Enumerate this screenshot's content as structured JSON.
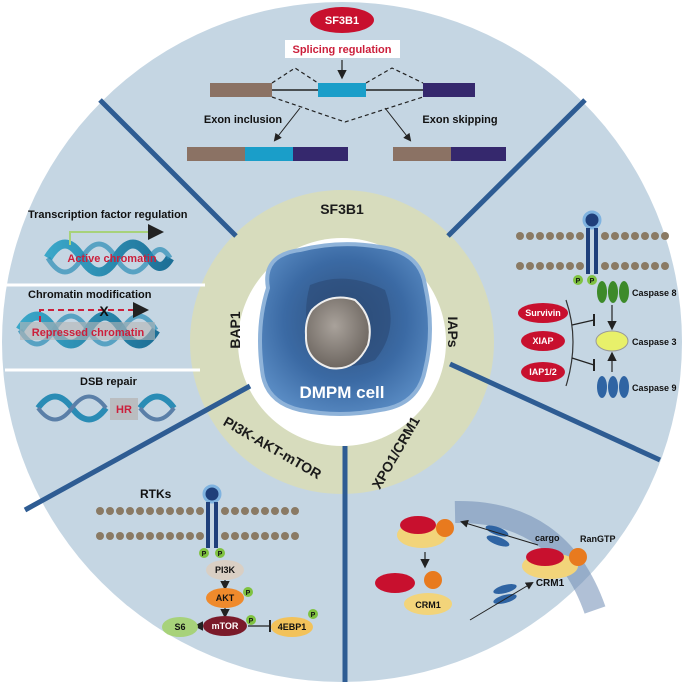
{
  "center": {
    "label": "DMPM cell"
  },
  "ring": {
    "sf3b1": "SF3B1",
    "iaps": "IAPs",
    "xpo1": "XPO1/CRM1",
    "pi3k": "PI3K-AKT-mTOR",
    "bap1": "BAP1"
  },
  "sf3b1_panel": {
    "badge": "SF3B1",
    "splicing": "Splicing regulation",
    "inclusion": "Exon inclusion",
    "skipping": "Exon skipping"
  },
  "iaps_panel": {
    "survivin": "Survivin",
    "xiap": "XIAP",
    "iap12": "IAP1/2",
    "casp8": "Caspase 8",
    "casp3": "Caspase 3",
    "casp9": "Caspase 9",
    "p": "P"
  },
  "xpo1_panel": {
    "cargo": "cargo",
    "rangtp": "RanGTP",
    "crm1_right": "CRM1",
    "crm1_left": "CRM1"
  },
  "pi3k_panel": {
    "rtks": "RTKs",
    "pi3k": "PI3K",
    "akt": "AKT",
    "mtor": "mTOR",
    "s6": "S6",
    "ebp1": "4EBP1",
    "p": "P"
  },
  "bap1_panel": {
    "tf_reg": "Transcription factor regulation",
    "active": "Active chromatin",
    "chrom_mod": "Chromatin modification",
    "x_mark": "X",
    "repressed": "Repressed chromatin",
    "dsb": "DSB repair",
    "hr": "HR"
  },
  "colors": {
    "outer": "#c5d6e3",
    "ring": "#d7dcbd",
    "divider": "#2e5c93",
    "accent_red": "#c8102e",
    "cell": "#3f6fa8"
  }
}
